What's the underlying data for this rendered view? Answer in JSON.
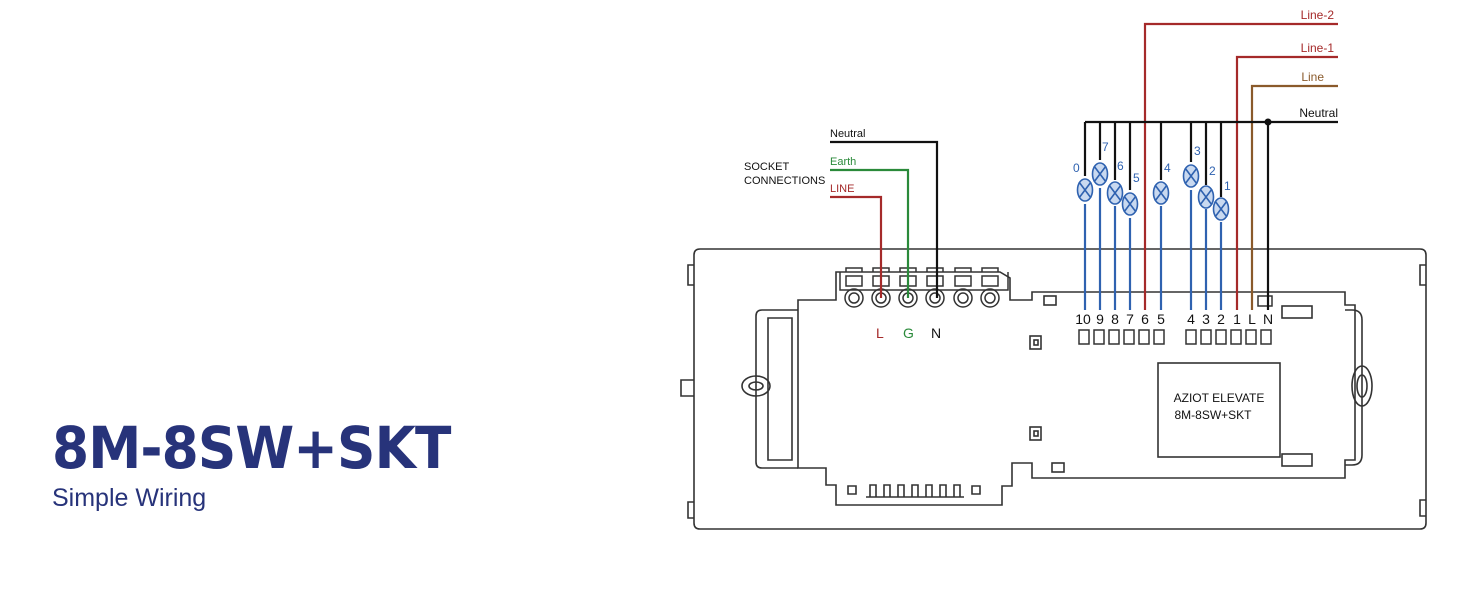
{
  "product": {
    "title": "8M-8SW+SKT",
    "subtitle": "Simple Wiring"
  },
  "socket": {
    "heading_line1": "SOCKET",
    "heading_line2": "CONNECTIONS",
    "wires": {
      "neutral": "Neutral",
      "earth": "Earth",
      "line": "LINE"
    },
    "terminals": {
      "l": "L",
      "g": "G",
      "n": "N"
    }
  },
  "mains": {
    "line2": "Line-2",
    "line1": "Line-1",
    "line": "Line",
    "neutral": "Neutral"
  },
  "loads": [
    "0",
    "7",
    "6",
    "5",
    "4",
    "3",
    "2",
    "1"
  ],
  "terminal_labels": [
    "10",
    "9",
    "8",
    "7",
    "6",
    "5",
    "4",
    "3",
    "2",
    "1",
    "L",
    "N"
  ],
  "device_label": {
    "line1": "AZIOT ELEVATE",
    "line2": "8M-8SW+SKT"
  },
  "colors": {
    "title": "#27337a",
    "line_red": "#a52a2a",
    "earth_green": "#2a8a3a",
    "neutral_black": "#111111",
    "load_blue": "#2f62b0",
    "line_brown": "#8a5a2b",
    "bulb_fill": "#c9d9f0"
  }
}
